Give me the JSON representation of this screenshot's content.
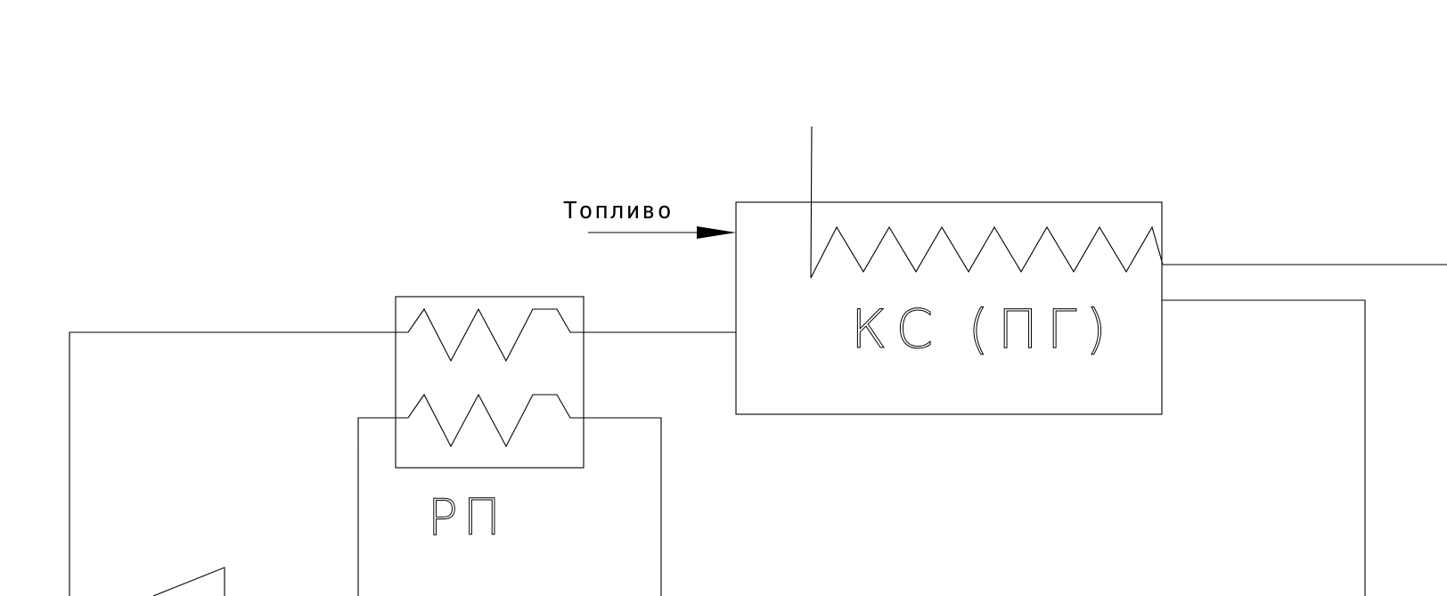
{
  "labels": {
    "fuel": "Топливо",
    "combustion_chamber": "КС (ПГ)",
    "regenerator": "РП"
  },
  "colors": {
    "background": "#ffffff",
    "stroke": "#000000"
  }
}
